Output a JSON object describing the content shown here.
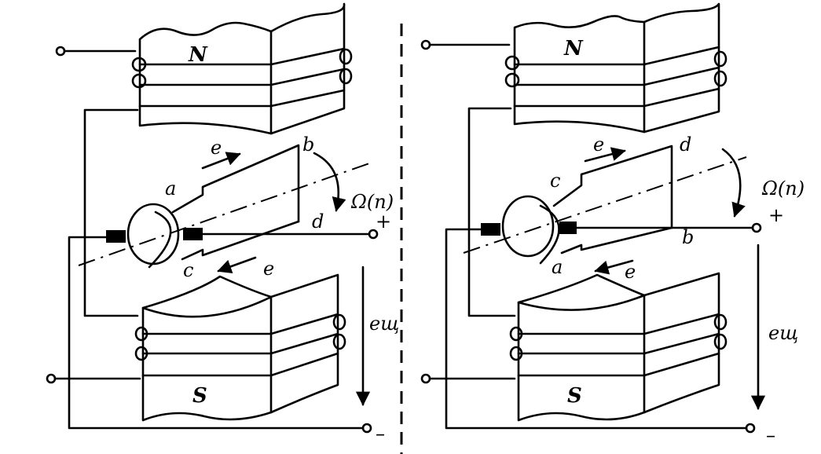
{
  "left": {
    "pole_top": "N",
    "pole_bottom": "S",
    "coil_top_label": "a",
    "coil_corner_top": "b",
    "coil_bottom_label": "c",
    "coil_corner_bottom": "d",
    "emf_top": "e",
    "emf_bottom": "e",
    "rotation": "Ω(n)",
    "plus": "+",
    "minus": "–",
    "brush_voltage": "eщ"
  },
  "right": {
    "pole_top": "N",
    "pole_bottom": "S",
    "coil_top_label": "c",
    "coil_corner_top": "d",
    "coil_bottom_label": "a",
    "coil_corner_bottom": "b",
    "emf_top": "e",
    "emf_bottom": "e",
    "rotation": "Ω(n)",
    "plus": "+",
    "minus": "–",
    "brush_voltage": "eщ"
  }
}
